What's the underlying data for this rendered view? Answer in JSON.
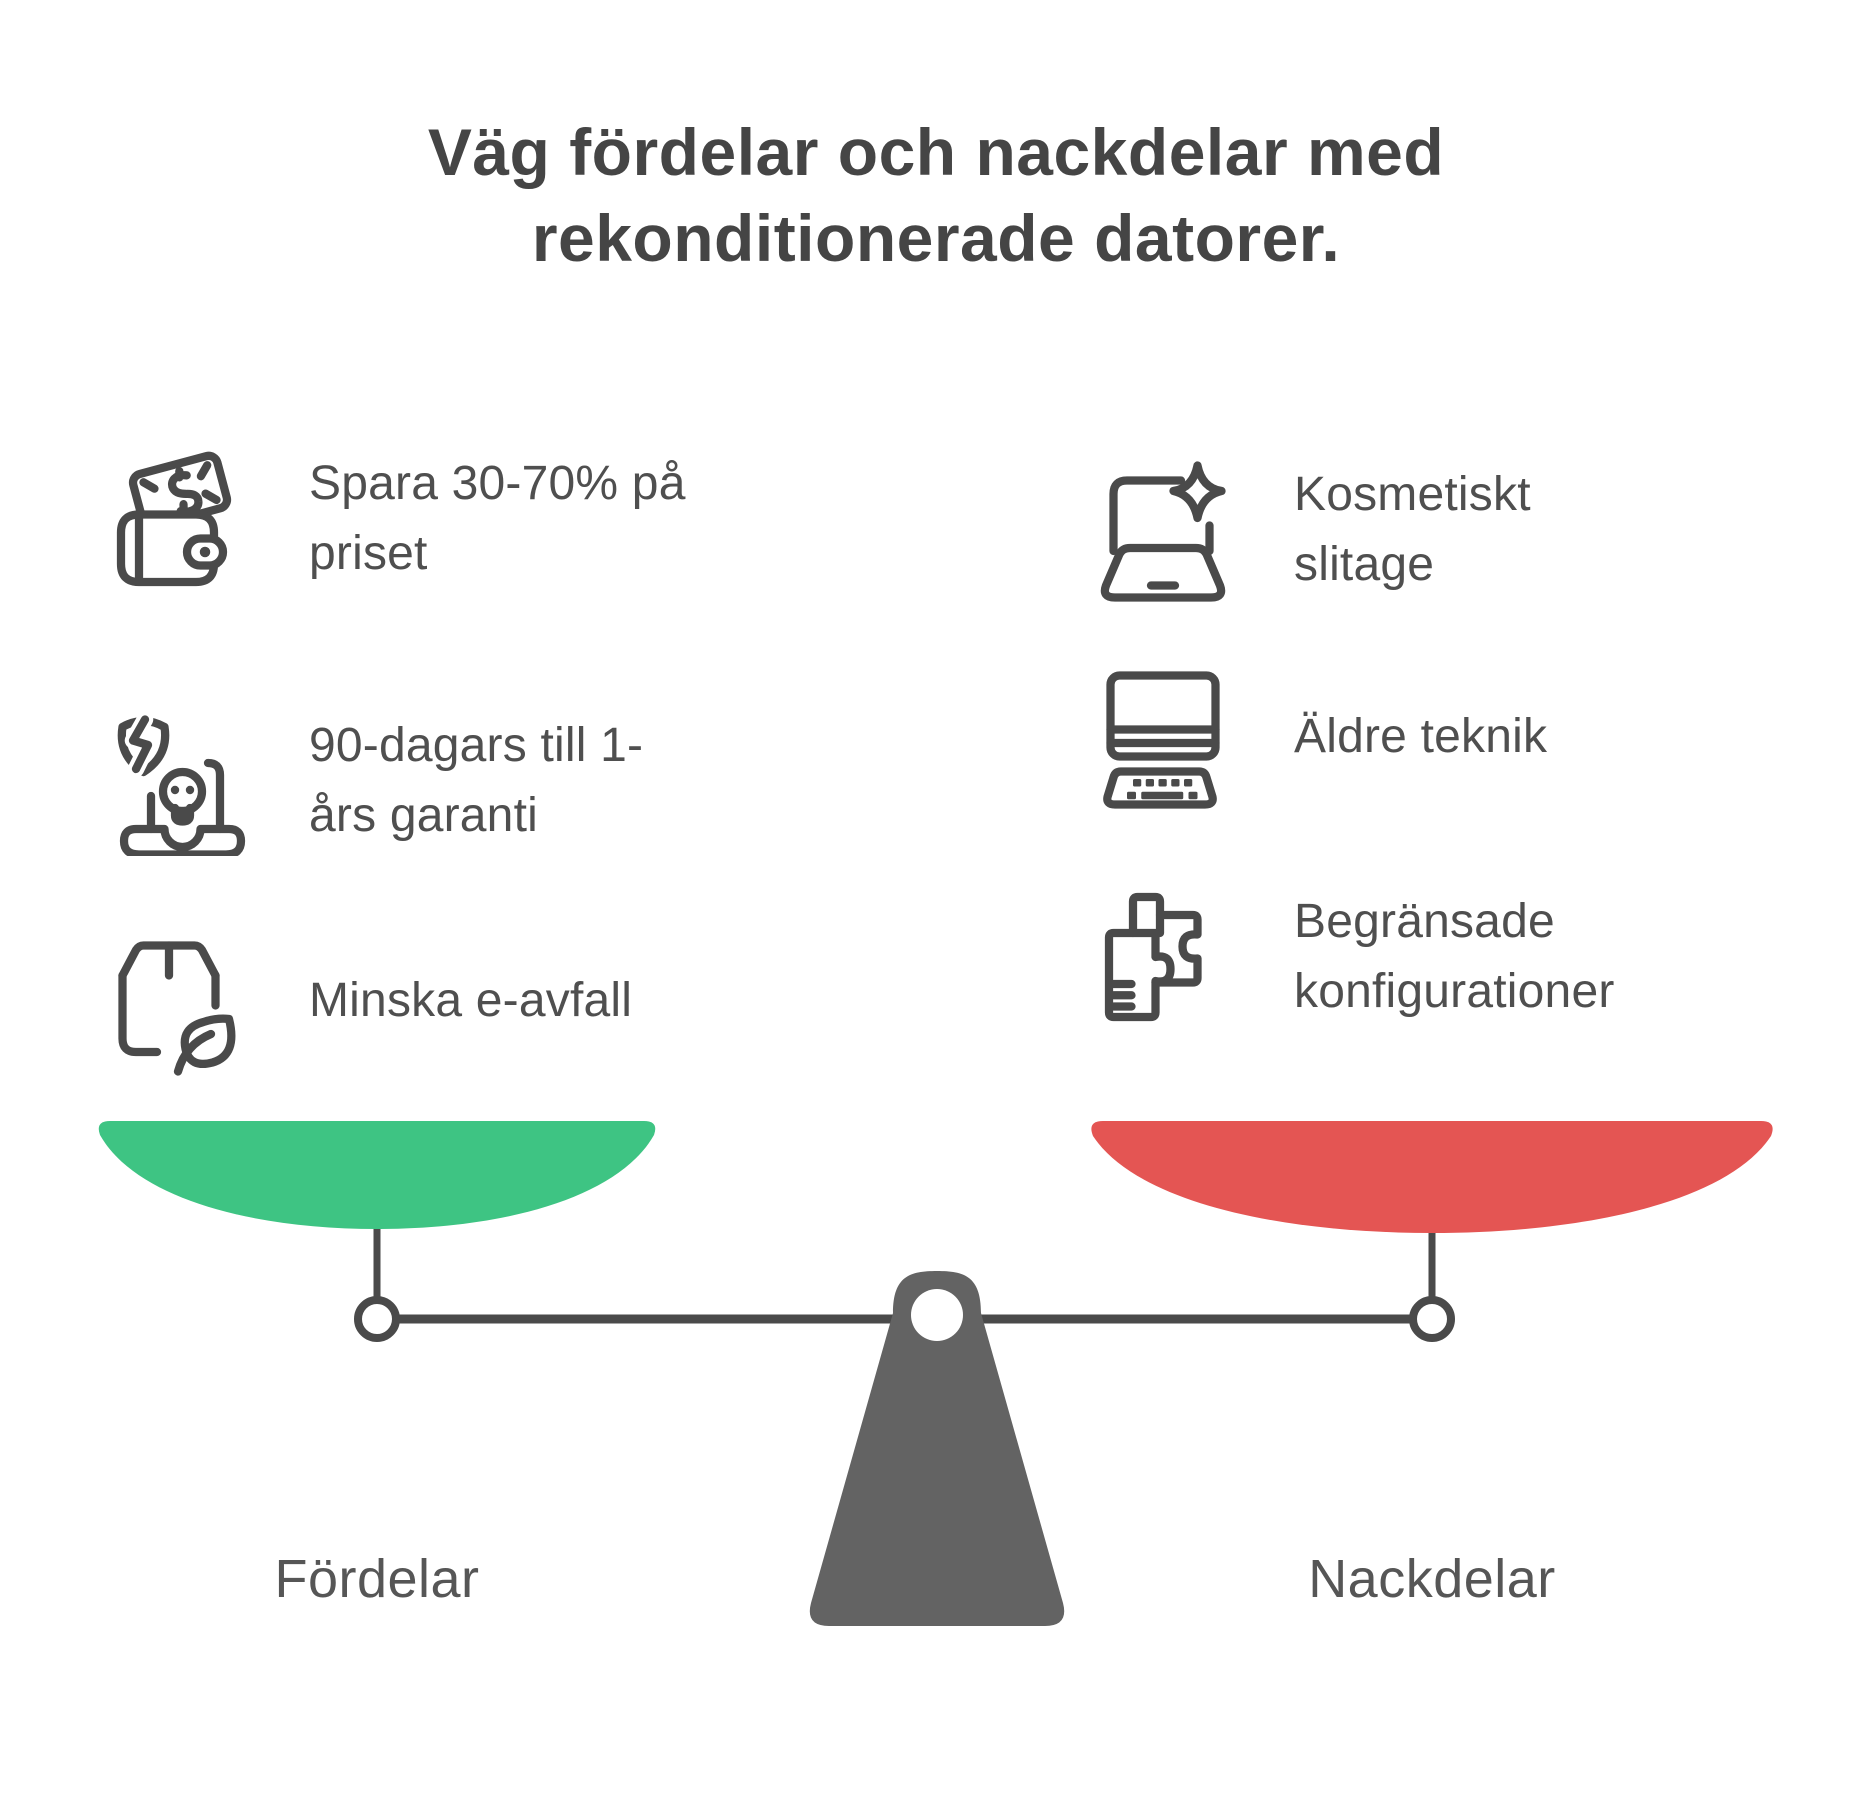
{
  "title": "Väg fördelar och nackdelar med rekonditionerade datorer.",
  "pros": {
    "label": "Fördelar",
    "pan_color": "#3ec483",
    "items": [
      {
        "icon": "wallet-money-icon",
        "text": "Spara 30-70% på priset"
      },
      {
        "icon": "warranty-shield-laptop-icon",
        "text": "90-dagars till 1-års garanti"
      },
      {
        "icon": "package-leaf-icon",
        "text": "Minska e-avfall"
      }
    ]
  },
  "cons": {
    "label": "Nackdelar",
    "pan_color": "#e45553",
    "items": [
      {
        "icon": "laptop-sparkle-icon",
        "text": "Kosmetiskt slitage"
      },
      {
        "icon": "desktop-computer-icon",
        "text": "Äldre teknik"
      },
      {
        "icon": "puzzle-pieces-icon",
        "text": "Begränsade konfigurationer"
      }
    ]
  },
  "scale": {
    "beam_color": "#4a4a4a",
    "fulcrum_color": "#636363",
    "icon_stroke_color": "#4a4a4a"
  }
}
